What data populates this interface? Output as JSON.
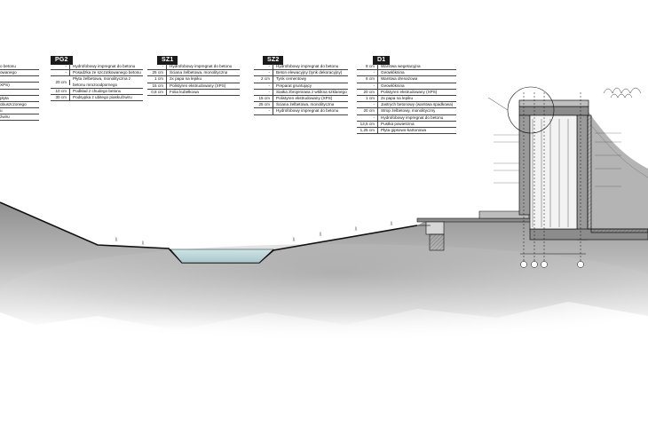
{
  "left_partial": {
    "rows": [
      {
        "thickness": "",
        "text": "o betonu"
      },
      {
        "thickness": "",
        "text": "owanego"
      },
      {
        "thickness": "",
        "text": ""
      },
      {
        "thickness": "",
        "text": "XPS)"
      },
      {
        "thickness": "",
        "text": ""
      },
      {
        "thickness": "",
        "text": "płyta"
      },
      {
        "thickness": "",
        "text": "obuszczonego"
      },
      {
        "thickness": "",
        "text": "u"
      },
      {
        "thickness": "",
        "text": "żwiru"
      }
    ]
  },
  "layers": [
    {
      "tag": "PG2",
      "rows": [
        {
          "thickness": "-",
          "text": "Hydrofobowy impregnat do betonu"
        },
        {
          "thickness": "-",
          "text": "Posadzka ze szczotkowanego betonu"
        },
        {
          "thickness": "20 cm",
          "text": "Płyta żelbetowa, monolityczna z betonu mrozoodpornego"
        },
        {
          "thickness": "10 cm",
          "text": "Podkład z chudego betonu"
        },
        {
          "thickness": "30 cm",
          "text": "Podsypka z ubitego piasku/żwiru"
        }
      ]
    },
    {
      "tag": "SZ1",
      "rows": [
        {
          "thickness": "-",
          "text": "Hydrofobowy impregnat do betonu"
        },
        {
          "thickness": "25 cm",
          "text": "Ściana żelbetowa, monolityczna"
        },
        {
          "thickness": "1 cm",
          "text": "2x papa na lepiku"
        },
        {
          "thickness": "15 cm",
          "text": "Polistyren ekstrudowany (XPS)"
        },
        {
          "thickness": "0,8 cm",
          "text": "Folia kubełkowa"
        }
      ]
    },
    {
      "tag": "SZ2",
      "rows": [
        {
          "thickness": "-",
          "text": "Hydrofobowy impregnat do betonu"
        },
        {
          "thickness": "-",
          "text": "Beton elewacyjny (tynk dekoracyjny)"
        },
        {
          "thickness": "2 cm",
          "text": "Tynk cementowy"
        },
        {
          "thickness": "-",
          "text": "Preparat gruntujący"
        },
        {
          "thickness": "-",
          "text": "Siatka zbrojeniowa z włókna szklanego"
        },
        {
          "thickness": "15 cm",
          "text": "Polistyren ekstrudowany (XPS)"
        },
        {
          "thickness": "25 cm",
          "text": "Ściana żelbetowa, monolityczna"
        },
        {
          "thickness": "-",
          "text": "Hydrofobowy impregnat do betonu"
        }
      ]
    },
    {
      "tag": "D1",
      "rows": [
        {
          "thickness": "8 cm",
          "text": "Warstwa wegetacyjna"
        },
        {
          "thickness": "-",
          "text": "Geowłóknina"
        },
        {
          "thickness": "6 cm",
          "text": "Warstwa drenażowa"
        },
        {
          "thickness": "-",
          "text": "Geowłóknina"
        },
        {
          "thickness": "20 cm",
          "text": "Polistyren ekstrudowany (XPS)"
        },
        {
          "thickness": "1 cm",
          "text": "2x papa na lepiku"
        },
        {
          "thickness": "-",
          "text": "Jastrych betonowy (warstwa spadkowa)"
        },
        {
          "thickness": "20 cm",
          "text": "Strop żelbetowy, monolityczny"
        },
        {
          "thickness": "-",
          "text": "Hydrofobowy impregnat do betonu"
        },
        {
          "thickness": "12,5 cm",
          "text": "Pustka powietrzna"
        },
        {
          "thickness": "1,25 cm",
          "text": "Płyta gipsowo-kartonowa"
        }
      ]
    }
  ],
  "colors": {
    "ink": "#1a1a1a",
    "terrain": "#c9c9c9",
    "water": "#b9d6da",
    "concrete": "#8c8c8c"
  },
  "icons": {
    "grid_axis_marker": "circle",
    "vegetation": "grass-tufts",
    "detail_callout": "large-circle"
  }
}
